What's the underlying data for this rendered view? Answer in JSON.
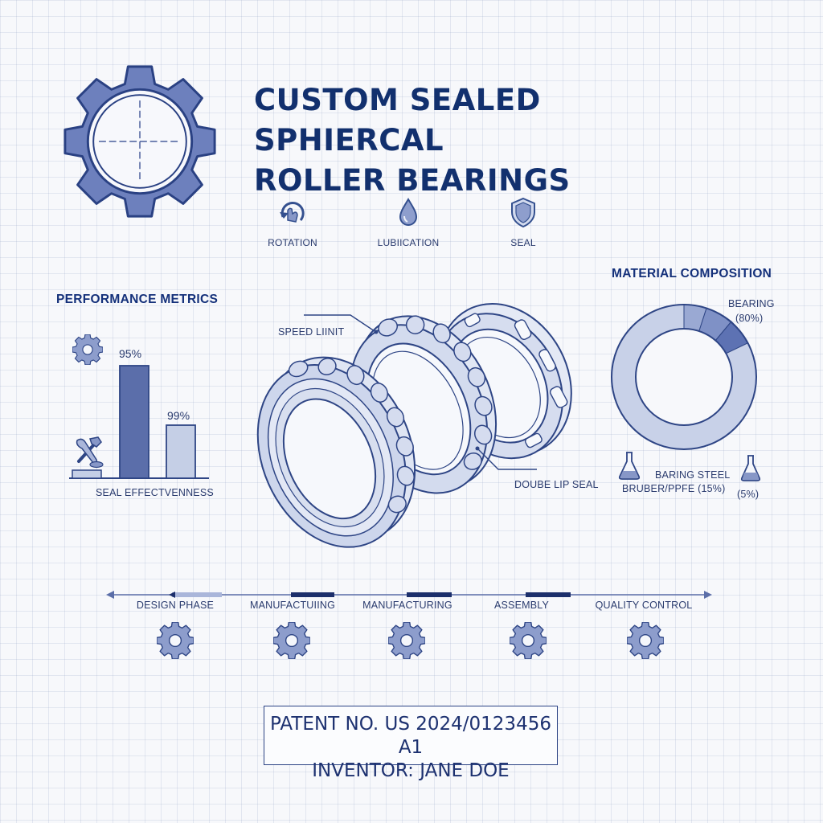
{
  "title": {
    "line1": "CUSTOM SEALED SPHIERCAL",
    "line2": "ROLLER BEARINGS"
  },
  "features": [
    {
      "label": "ROTATION",
      "icon": "rotation-icon"
    },
    {
      "label": "LUBIICATION",
      "icon": "droplet-icon"
    },
    {
      "label": "SEAL",
      "icon": "shield-icon"
    }
  ],
  "performance": {
    "title": "PERFORMANCE METRICS",
    "bar_tall_label": "95%",
    "bar_short_label": "99%",
    "caption": "SEAL EFFECTVENNESS"
  },
  "chart_data": {
    "type": "bar",
    "title": "PERFORMANCE METRICS",
    "xlabel": "SEAL EFFECTVENNESS",
    "ylabel": "",
    "data_labels": [
      "95%",
      "99%"
    ],
    "values": [
      95,
      99
    ]
  },
  "diagram": {
    "callout_speed": "SPEED LIINIT",
    "callout_seal": "DOUBE LIP SEAL"
  },
  "material": {
    "title": "MATERIAL COMPOSITION",
    "bearing_label": "BEARING",
    "bearing_pct": "(80%)",
    "steel_label": "BARING STEEL",
    "rubber_label": "BRUBER/PPFE (15%)",
    "other_pct": "(5%)"
  },
  "timeline": {
    "phases": [
      "DESIGN PHASE",
      "MANUFACTUIING",
      "MANUFACTURING",
      "ASSEMBLY",
      "QUALITY CONTROL"
    ]
  },
  "patent": {
    "line1": "PATENT NO. US 2024/0123456 A1",
    "line2": "INVENTOR: JANE DOE"
  },
  "colors": {
    "ink": "#1c2f6b",
    "fill_light": "#c5cfe6",
    "fill_mid": "#8797c7",
    "fill_dark": "#5b6eaa",
    "navy": "#12306e"
  }
}
